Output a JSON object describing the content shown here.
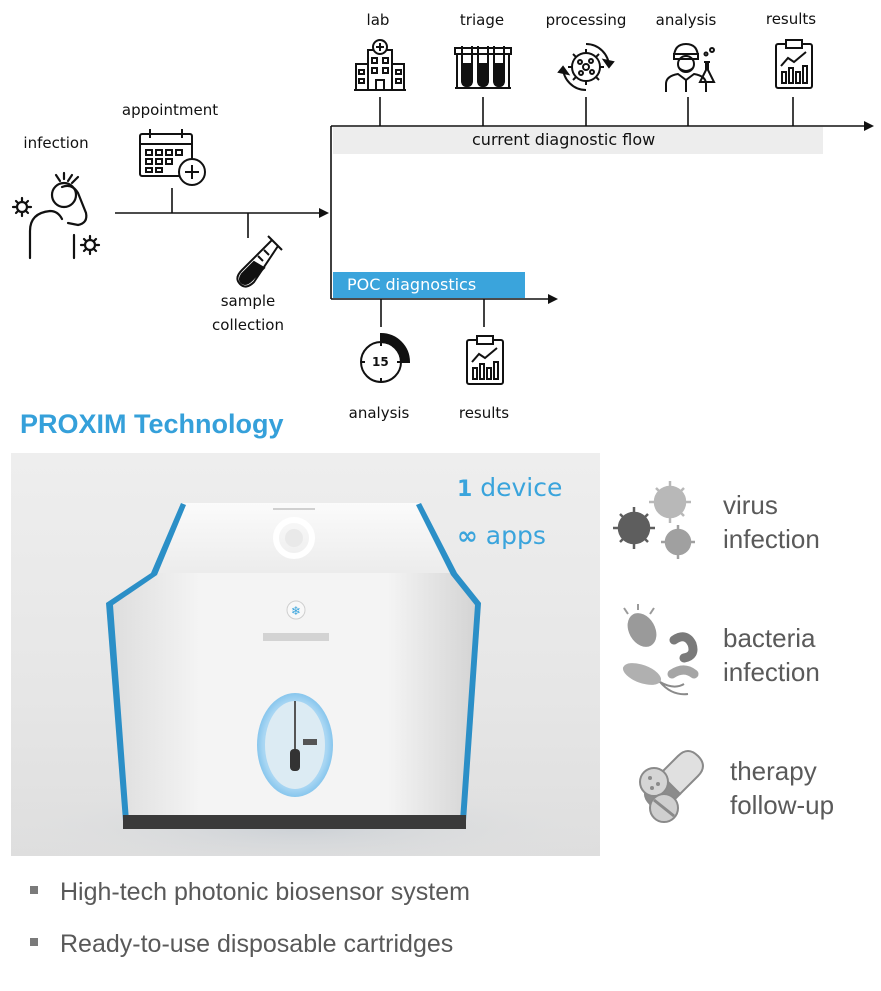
{
  "flow": {
    "infection": "infection",
    "appointment": "appointment",
    "sample_collection_line1": "sample",
    "sample_collection_line2": "collection",
    "current_steps": [
      "lab",
      "triage",
      "processing",
      "analysis",
      "results"
    ],
    "current_label": "current diagnostic flow",
    "poc_label": "POC diagnostics",
    "poc_steps": [
      "analysis",
      "results"
    ],
    "timer_value": "15"
  },
  "technology": {
    "title": "PROXIM Technology",
    "device_line1_num": "1",
    "device_line1_text": "device",
    "device_line2_sym": "∞",
    "device_line2_text": "apps"
  },
  "applications": [
    {
      "line1": "virus",
      "line2": "infection"
    },
    {
      "line1": "bacteria",
      "line2": "infection"
    },
    {
      "line1": "therapy",
      "line2": "follow-up"
    }
  ],
  "bullets": [
    "High-tech photonic biosensor system",
    "Ready-to-use disposable cartridges"
  ],
  "colors": {
    "accent": "#3aa4dc",
    "gray_bar": "#ededed",
    "text_gray": "#5a5a5a"
  }
}
